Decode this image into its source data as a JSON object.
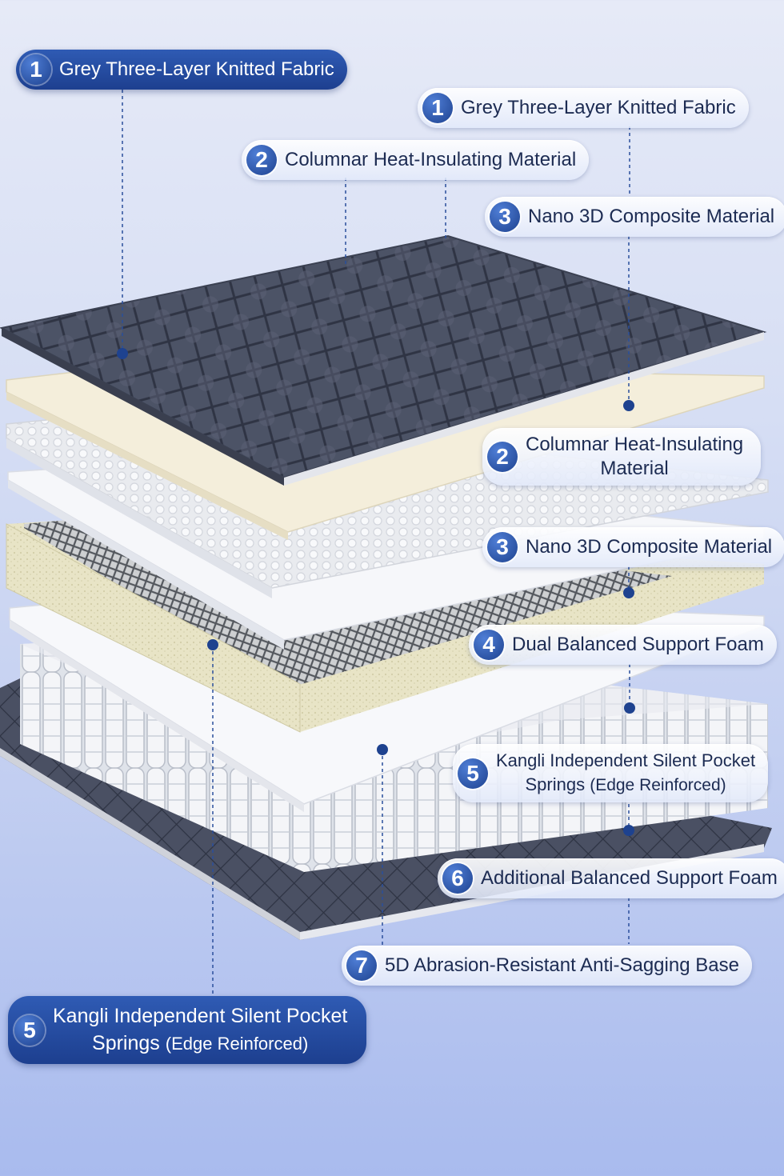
{
  "labels": [
    {
      "id": "l1-top",
      "num": "1",
      "text": "Grey Three-Layer Knitted Fabric"
    },
    {
      "id": "l1-right",
      "num": "1",
      "text": "Grey Three-Layer Knitted Fabric"
    },
    {
      "id": "l2-top",
      "num": "2",
      "text": "Columnar Heat-Insulating Material"
    },
    {
      "id": "l3-top",
      "num": "3",
      "text": "Nano 3D Composite Material"
    },
    {
      "id": "l2-mid",
      "num": "2",
      "line1": "Columnar Heat-Insulating",
      "line2": "Material"
    },
    {
      "id": "l3-mid",
      "num": "3",
      "text": "Nano 3D Composite Material"
    },
    {
      "id": "l4",
      "num": "4",
      "text": "Dual Balanced Support Foam"
    },
    {
      "id": "l5-right",
      "num": "5",
      "line1": "Kangli Independent Silent Pocket",
      "line2a": "Springs",
      "line2b": "(Edge Reinforced)"
    },
    {
      "id": "l6",
      "num": "6",
      "text": "Additional Balanced Support Foam"
    },
    {
      "id": "l7",
      "num": "7",
      "text": "5D Abrasion-Resistant Anti-Sagging Base"
    },
    {
      "id": "l5-bottom",
      "num": "5",
      "line1": "Kangli Independent Silent Pocket",
      "line2a": "Springs",
      "line2b": "(Edge Reinforced)"
    }
  ],
  "colors": {
    "accent": "#1e428f",
    "fabric": "#4d5468",
    "foam_cream": "#f3ecd8",
    "foam_white": "#f6f7fa",
    "foam_yellow": "#e6e2c4"
  }
}
